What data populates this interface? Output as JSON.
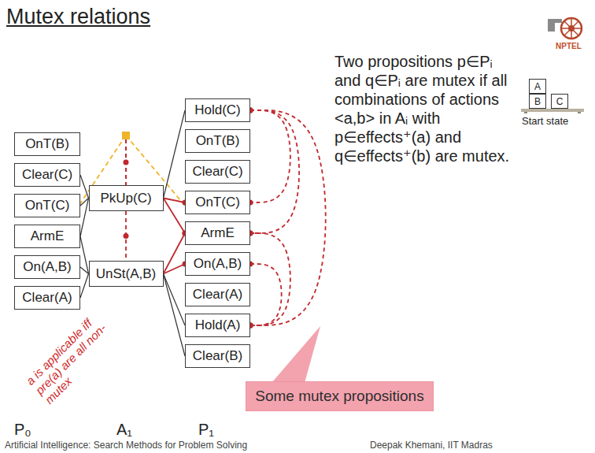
{
  "diagram": {
    "title": "Mutex relations",
    "nodes": [
      {
        "text": [
          "OnT(B)"
        ]
      },
      {
        "text": [
          "Clear(C)"
        ]
      },
      {
        "text": [
          "OnT(C)"
        ]
      },
      {
        "text": [
          "ArmE"
        ]
      },
      {
        "text": [
          "On(A,B)"
        ]
      },
      {
        "text": [
          "Clear(A)"
        ]
      },
      {
        "text": [
          "PkUp(C)"
        ]
      },
      {
        "text": [
          "UnSt(A,B)"
        ]
      },
      {
        "text": [
          "Hold(C)"
        ]
      },
      {
        "text": [
          "OnT(B)"
        ]
      },
      {
        "text": [
          "Clear(C)"
        ]
      },
      {
        "text": [
          "OnT(C)"
        ]
      },
      {
        "text": [
          "ArmE"
        ]
      },
      {
        "text": [
          "On(A,B)"
        ]
      },
      {
        "text": [
          "Clear(A)"
        ]
      },
      {
        "text": [
          "Hold(A)"
        ]
      },
      {
        "text": [
          "Clear(B)"
        ]
      },
      {
        "text": [
          "Some mutex propositions"
        ]
      },
      {
        "text": [
          "A"
        ]
      },
      {
        "text": [
          "B"
        ]
      },
      {
        "text": [
          "C"
        ]
      }
    ],
    "edges": [
      {
        "from": 1,
        "to": 6,
        "arrow": "none"
      },
      {
        "from": 2,
        "to": 6,
        "arrow": "none"
      },
      {
        "from": 3,
        "to": 6,
        "arrow": "none"
      },
      {
        "from": 3,
        "to": 7,
        "arrow": "none"
      },
      {
        "from": 4,
        "to": 7,
        "arrow": "none"
      },
      {
        "from": 5,
        "to": 7,
        "arrow": "none"
      },
      {
        "from": 6,
        "to": 8,
        "arrow": "none"
      },
      {
        "from": 6,
        "to": 11,
        "arrow": "none"
      },
      {
        "from": 6,
        "to": 12,
        "arrow": "none"
      },
      {
        "from": 7,
        "to": 12,
        "arrow": "none"
      },
      {
        "from": 7,
        "to": 13,
        "arrow": "none"
      },
      {
        "from": 7,
        "to": 15,
        "arrow": "none"
      },
      {
        "from": 7,
        "to": 16,
        "arrow": "none"
      },
      {
        "from": 6,
        "to": 7,
        "arrow": "none"
      },
      {
        "from": 8,
        "to": 11,
        "arrow": "none"
      },
      {
        "from": 8,
        "to": 12,
        "arrow": "none"
      },
      {
        "from": 8,
        "to": 15,
        "arrow": "none"
      },
      {
        "from": 12,
        "to": 15,
        "arrow": "none"
      },
      {
        "from": 13,
        "to": 15,
        "arrow": "none"
      }
    ],
    "labels": [
      "Two propositions p∈Pᵢ and q∈Pᵢ are mutex if all combinations of actions <a,b> in Aᵢ with p∈effects⁺(a) and q∈effects⁺(b) are mutex.",
      "Start state",
      "NPTEL",
      "a is applicable iff pre(a) are all non-mutex",
      "P₀",
      "A₁",
      "P₁",
      "Artificial Intelligence: Search Methods for Problem Solving",
      "Deepak Khemani, IIT Madras"
    ]
  }
}
